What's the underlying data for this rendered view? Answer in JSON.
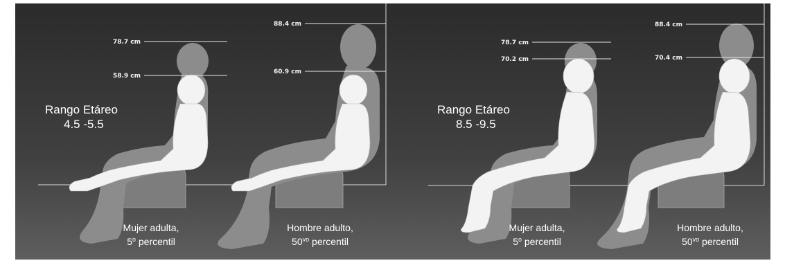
{
  "panels": [
    {
      "age_range_label": "Rango Etáreo",
      "age_range_value": "4.5 -5.5",
      "measurements": {
        "woman_head": "78.7 cm",
        "child_head": "58.9 cm",
        "man_head": "88.4 cm",
        "child2_head": "60.9 cm"
      },
      "captions": {
        "woman_line1": "Mujer adulta,",
        "woman_pct_num": "5",
        "woman_pct_sup": "o",
        "woman_pct_word": "percentil",
        "man_line1": "Hombre adulto,",
        "man_pct_num": "50",
        "man_pct_sup": "vo",
        "man_pct_word": "percentil"
      }
    },
    {
      "age_range_label": "Rango Etáreo",
      "age_range_value": "8.5 -9.5",
      "measurements": {
        "woman_head": "78.7 cm",
        "child_head": "70.2 cm",
        "man_head": "88.4 cm",
        "child2_head": "70.4 cm"
      },
      "captions": {
        "woman_line1": "Mujer adulta,",
        "woman_pct_num": "5",
        "woman_pct_sup": "o",
        "woman_pct_word": "percentil",
        "man_line1": "Hombre adulto,",
        "man_pct_num": "50",
        "man_pct_sup": "vo",
        "man_pct_word": "percentil"
      }
    }
  ],
  "colors": {
    "background_top": "#2a2a2a",
    "background_bottom": "#5c5c5c",
    "adult_figure": "#8a8a8a",
    "child_figure": "#f2f2f2",
    "seat": "#7a7a7a",
    "line": "#e8e8e8"
  }
}
